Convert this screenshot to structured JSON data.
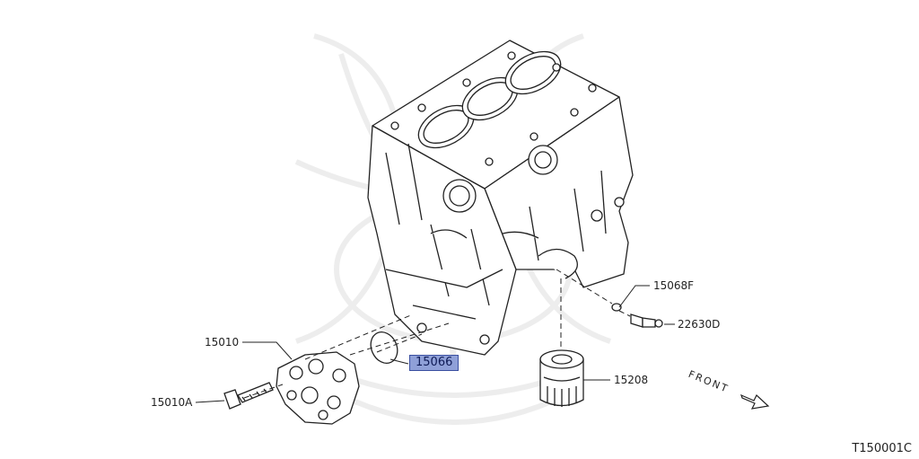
{
  "callouts": {
    "p15010": "15010",
    "p15010A": "15010A",
    "p15066": "15066",
    "p15068F": "15068F",
    "p22630D": "22630D",
    "p15208": "15208"
  },
  "front_label": "FRONT",
  "diagram_code": "T150001C",
  "highlight_color": "#8fa0d8"
}
